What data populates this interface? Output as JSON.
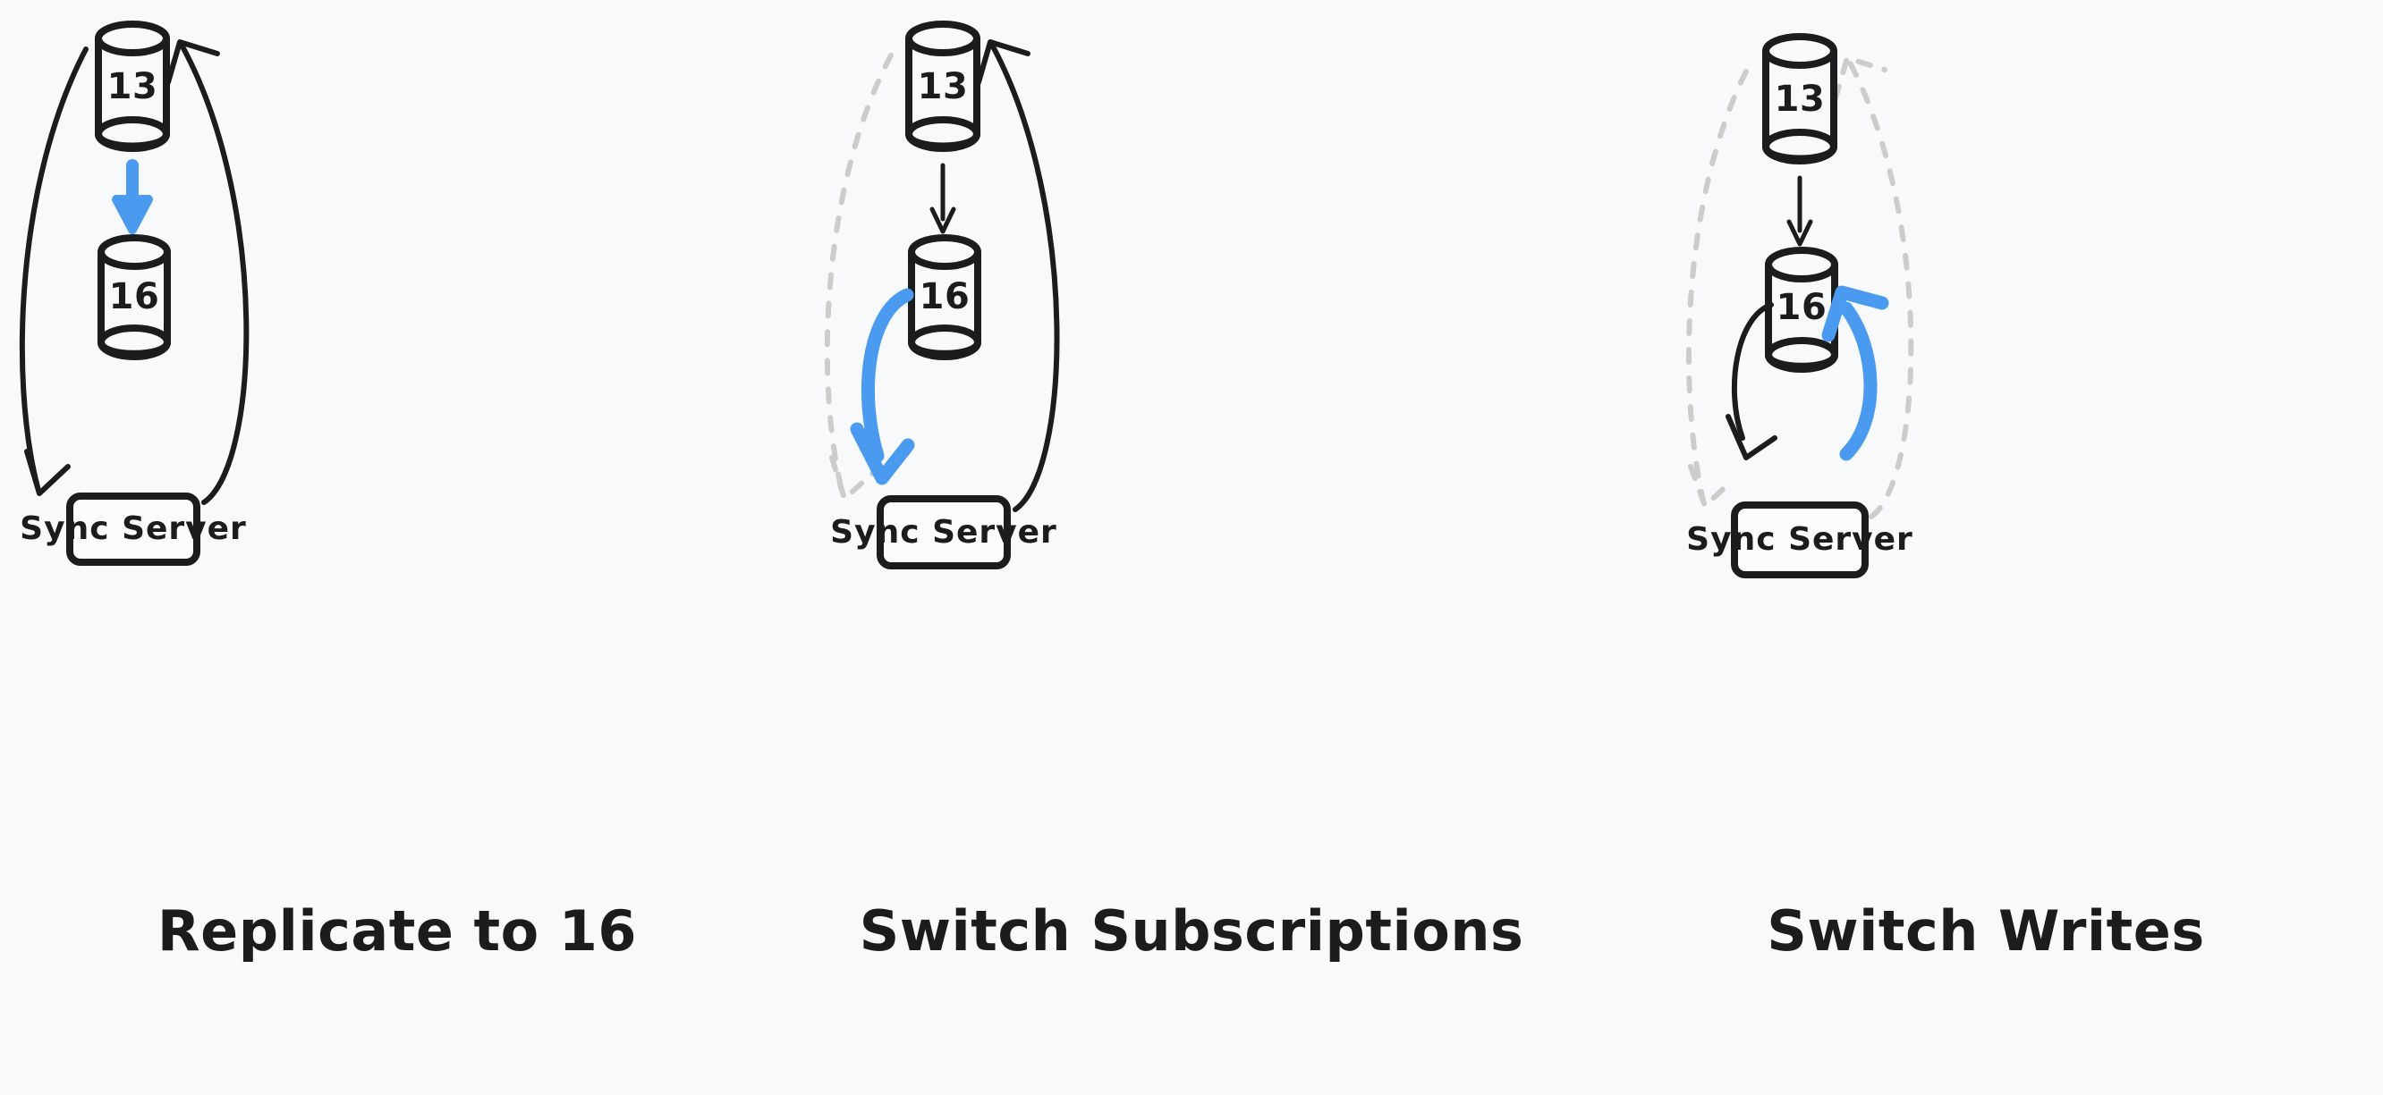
{
  "diagram": {
    "background_color": "#f7f9fb",
    "ink_color": "#1b1c1e",
    "accent_color": "#4a9bf0",
    "muted_color": "#ccccca",
    "panels": [
      {
        "id": "replicate-to-16",
        "caption": "Replicate to 16",
        "nodes": {
          "top_db": "13",
          "bottom_db": "16",
          "server": "Sync Server"
        },
        "edges": [
          {
            "name": "server-to-13-left",
            "style": "solid",
            "color": "#1b1c1e",
            "from": "13",
            "to": "Sync Server",
            "direction": "down-left"
          },
          {
            "name": "server-to-13-right",
            "style": "solid",
            "color": "#1b1c1e",
            "from": "Sync Server",
            "to": "13",
            "direction": "up-right"
          },
          {
            "name": "13-to-16-replication",
            "style": "solid",
            "color": "#4a9bf0",
            "from": "13",
            "to": "16",
            "direction": "down"
          }
        ]
      },
      {
        "id": "switch-subscriptions",
        "caption": "Switch Subscriptions",
        "nodes": {
          "top_db": "13",
          "bottom_db": "16",
          "server": "Sync Server"
        },
        "edges": [
          {
            "name": "server-to-13-left",
            "style": "dashed",
            "color": "#ccccca",
            "from": "13",
            "to": "Sync Server",
            "direction": "down-left"
          },
          {
            "name": "server-to-13-right",
            "style": "solid",
            "color": "#1b1c1e",
            "from": "Sync Server",
            "to": "13",
            "direction": "up-right"
          },
          {
            "name": "13-to-16-replication",
            "style": "solid",
            "color": "#1b1c1e",
            "from": "13",
            "to": "16",
            "direction": "down"
          },
          {
            "name": "16-to-server-subscription",
            "style": "solid",
            "color": "#4a9bf0",
            "from": "16",
            "to": "Sync Server",
            "direction": "down-left"
          }
        ]
      },
      {
        "id": "switch-writes",
        "caption": "Switch Writes",
        "nodes": {
          "top_db": "13",
          "bottom_db": "16",
          "server": "Sync Server"
        },
        "edges": [
          {
            "name": "server-to-13-left",
            "style": "dashed",
            "color": "#ccccca",
            "from": "13",
            "to": "Sync Server",
            "direction": "down-left"
          },
          {
            "name": "server-to-13-right",
            "style": "dashed",
            "color": "#ccccca",
            "from": "Sync Server",
            "to": "13",
            "direction": "up-right"
          },
          {
            "name": "13-to-16-replication",
            "style": "solid",
            "color": "#1b1c1e",
            "from": "13",
            "to": "16",
            "direction": "down"
          },
          {
            "name": "16-to-server-subscription",
            "style": "solid",
            "color": "#1b1c1e",
            "from": "16",
            "to": "Sync Server",
            "direction": "down-left"
          },
          {
            "name": "server-to-16-writes",
            "style": "solid",
            "color": "#4a9bf0",
            "from": "Sync Server",
            "to": "16",
            "direction": "up-right"
          }
        ]
      }
    ]
  }
}
